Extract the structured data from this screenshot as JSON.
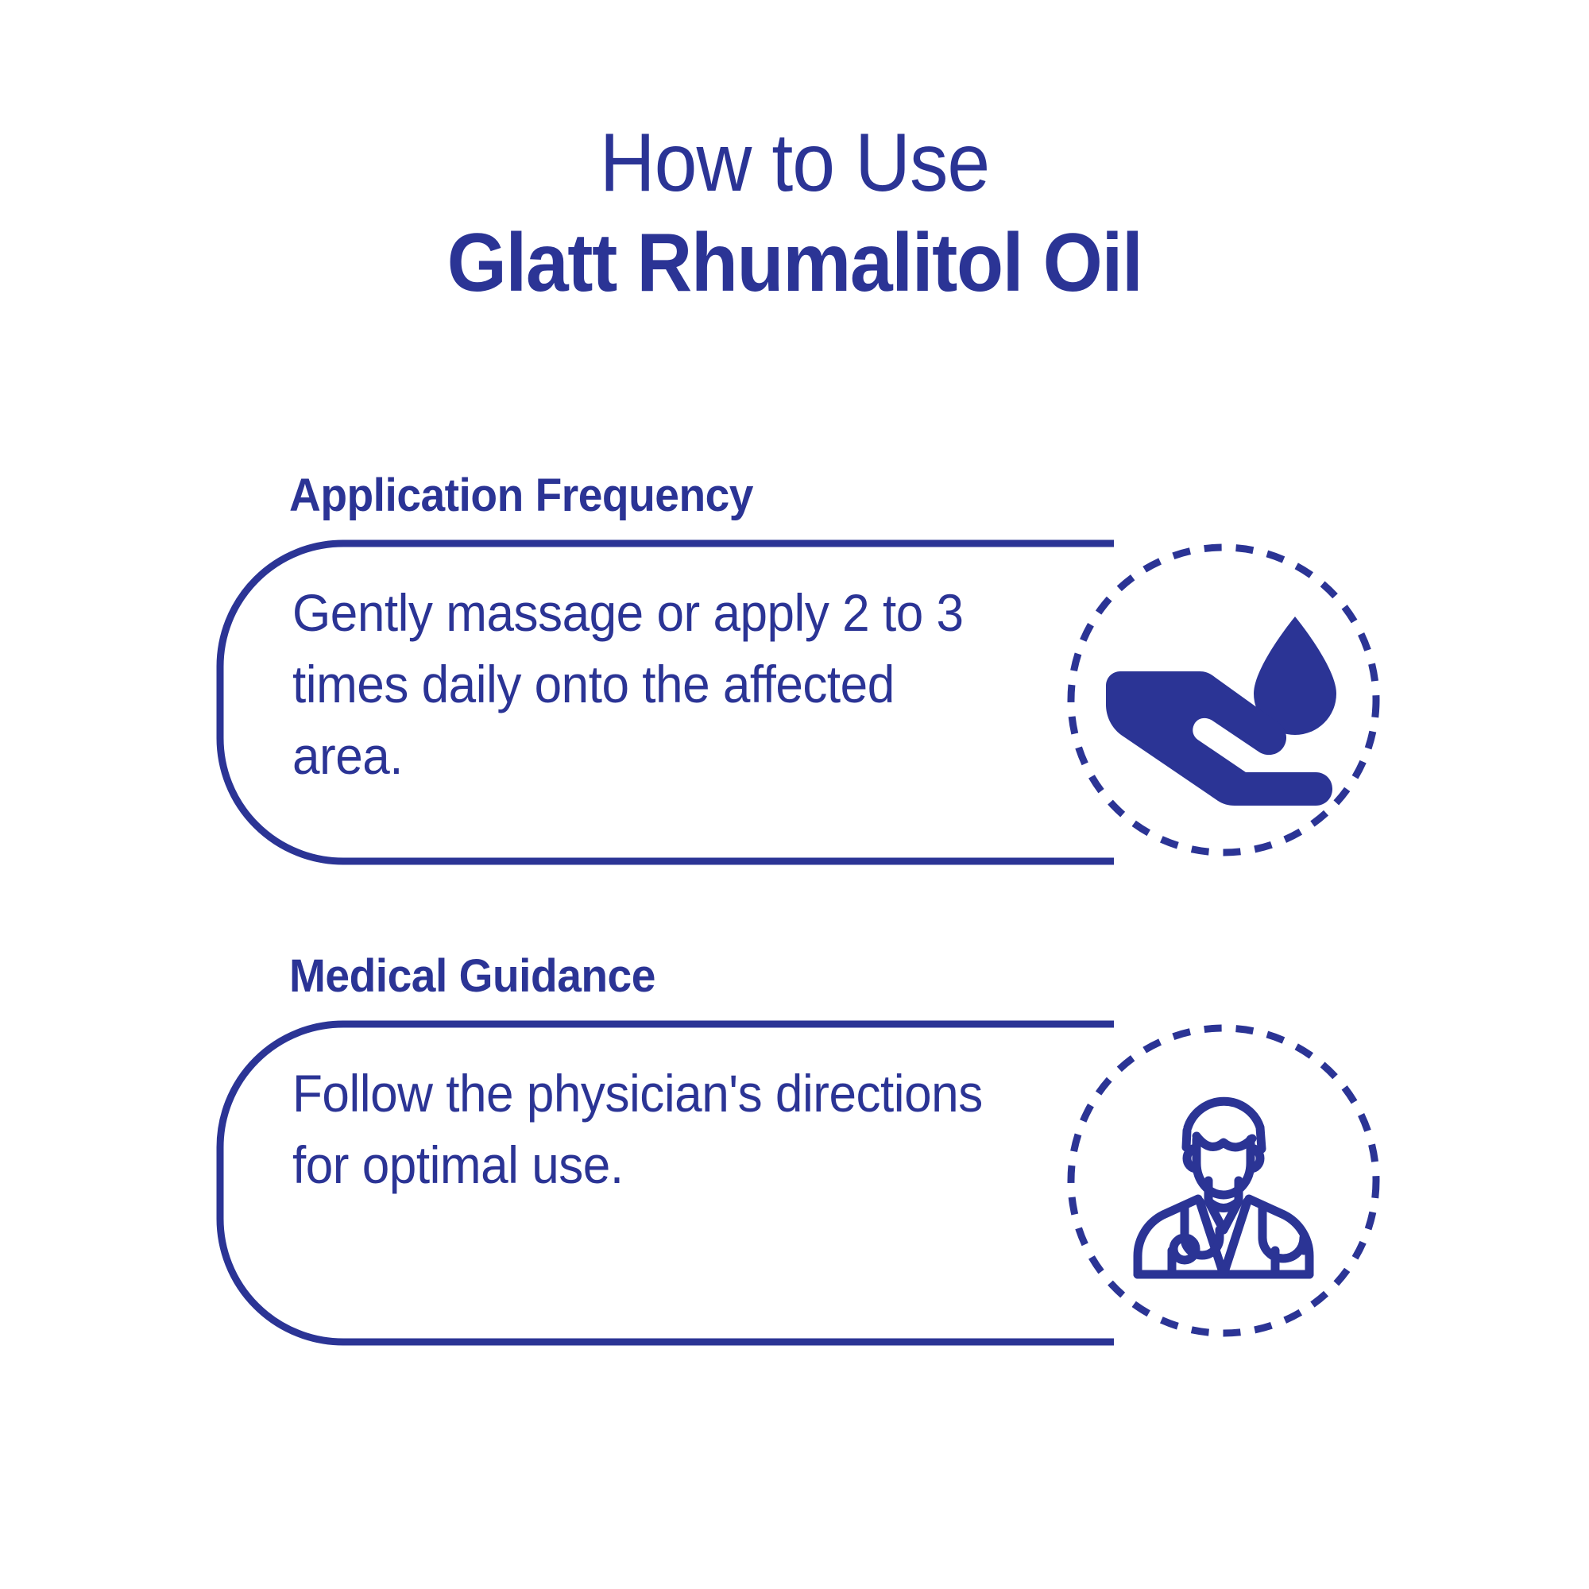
{
  "theme": {
    "brand_blue": "#2B3495",
    "background": "#FFFFFF"
  },
  "header": {
    "eyebrow": "How to Use",
    "product_name": "Glatt Rhumalitol Oil"
  },
  "sections": [
    {
      "heading": "Application Frequency",
      "body": "Gently massage or apply 2 to 3 times daily onto the affected area.",
      "icon_name": "hand-with-oil-drop-icon"
    },
    {
      "heading": "Medical Guidance",
      "body": "Follow the physician's directions for optimal use.",
      "icon_name": "doctor-with-stethoscope-icon"
    }
  ]
}
